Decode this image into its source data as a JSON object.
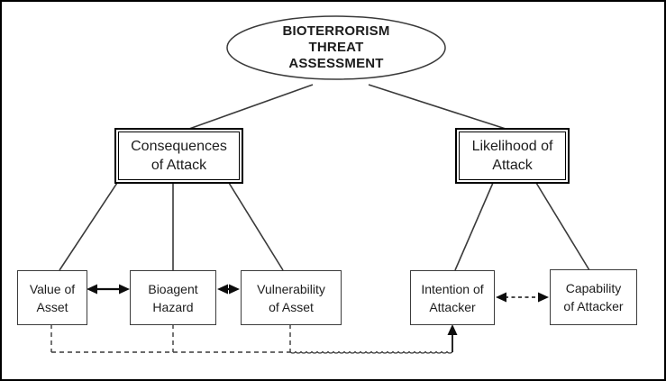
{
  "diagram": {
    "title": "Bioterrorism Threat Assessment diagram",
    "root": {
      "label": "BIOTERRORISM\nTHREAT\nASSESSMENT"
    },
    "level2": [
      {
        "id": "consequences-of-attack",
        "label": "Consequences\nof Attack"
      },
      {
        "id": "likelihood-of-attack",
        "label": "Likelihood of\nAttack"
      }
    ],
    "level3": [
      {
        "id": "value-of-asset",
        "label": "Value of\nAsset"
      },
      {
        "id": "bioagent-hazard",
        "label": "Bioagent\nHazard"
      },
      {
        "id": "vulnerability-of-asset",
        "label": "Vulnerability\nof Asset"
      },
      {
        "id": "intention-of-attacker",
        "label": "Intention of\nAttacker"
      },
      {
        "id": "capability-of-attacker",
        "label": "Capability\nof Attacker"
      }
    ],
    "edges": {
      "solid_bidirectional": [
        "value-of-asset <-> bioagent-hazard",
        "bioagent-hazard <-> vulnerability-of-asset"
      ],
      "dashed_bidirectional": [
        "intention-of-attacker <-> capability-of-attacker"
      ],
      "dashed_feedback": "value-of-asset, bioagent-hazard, vulnerability-of-asset -> intention-of-attacker"
    },
    "colors": {
      "background": "#ffffff",
      "frame": "#000000",
      "line": "#3a3a3a",
      "arrow": "#0d0d0d",
      "text": "#1c1c1c"
    }
  }
}
